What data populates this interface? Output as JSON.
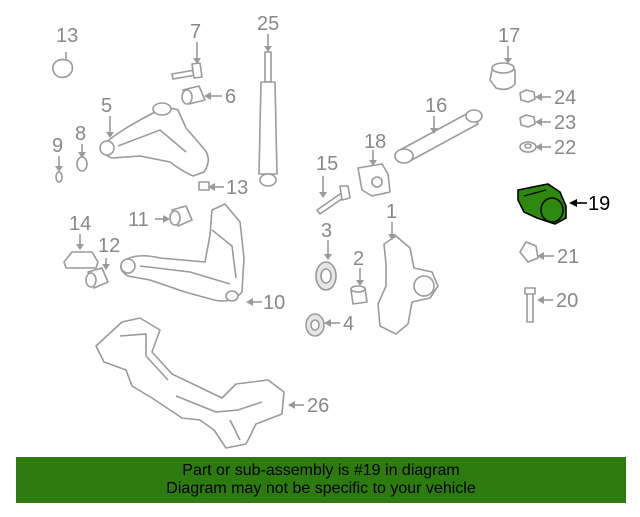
{
  "diagram": {
    "callouts": [
      "13",
      "7",
      "25",
      "17",
      "6",
      "5",
      "24",
      "16",
      "23",
      "9",
      "8",
      "18",
      "22",
      "13",
      "15",
      "19",
      "14",
      "11",
      "1",
      "12",
      "3",
      "2",
      "21",
      "10",
      "20",
      "4",
      "26"
    ],
    "highlighted_callout": "19",
    "highlight_color": "#2e8a0e"
  },
  "banner": {
    "line1": "Part or sub-assembly is #19 in diagram",
    "line2": "Diagram may not be specific to your vehicle",
    "background": "#2d7a0f"
  }
}
